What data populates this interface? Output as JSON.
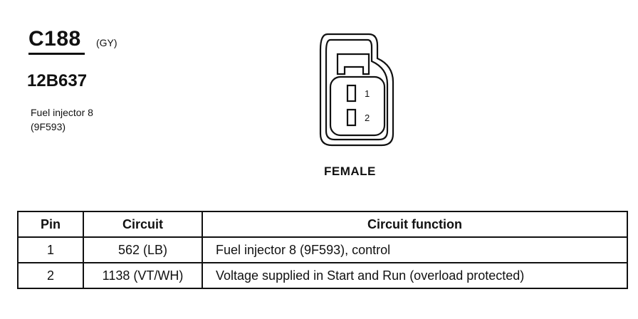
{
  "connector": {
    "id": "C188",
    "color": "(GY)",
    "part_number": "12B637",
    "component_name": "Fuel injector 8",
    "component_code": "(9F593)",
    "gender": "FEMALE",
    "pin_labels": [
      "1",
      "2"
    ]
  },
  "table": {
    "headers": {
      "pin": "Pin",
      "circuit": "Circuit",
      "function": "Circuit function"
    },
    "rows": [
      {
        "pin": "1",
        "circuit": "562 (LB)",
        "function": "Fuel injector 8 (9F593), control"
      },
      {
        "pin": "2",
        "circuit": "1138 (VT/WH)",
        "function": "Voltage supplied in Start and Run (overload protected)"
      }
    ]
  }
}
